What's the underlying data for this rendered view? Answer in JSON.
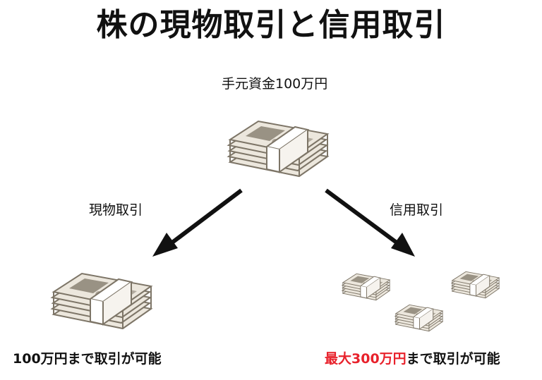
{
  "title": "株の現物取引と信用取引",
  "funds_label": "手元資金100万円",
  "left_branch": {
    "label": "現物取引",
    "caption": "100万円まで取引が可能"
  },
  "right_branch": {
    "label": "信用取引",
    "caption_highlight": "最大300万円",
    "caption_rest": "まで取引が可能"
  },
  "colors": {
    "highlight": "#e8212b",
    "bill": "#ece7dd",
    "bill_print": "#8b8274",
    "band": "#ffffff"
  },
  "icons": [
    "money-stack-icon",
    "arrow-icon"
  ]
}
